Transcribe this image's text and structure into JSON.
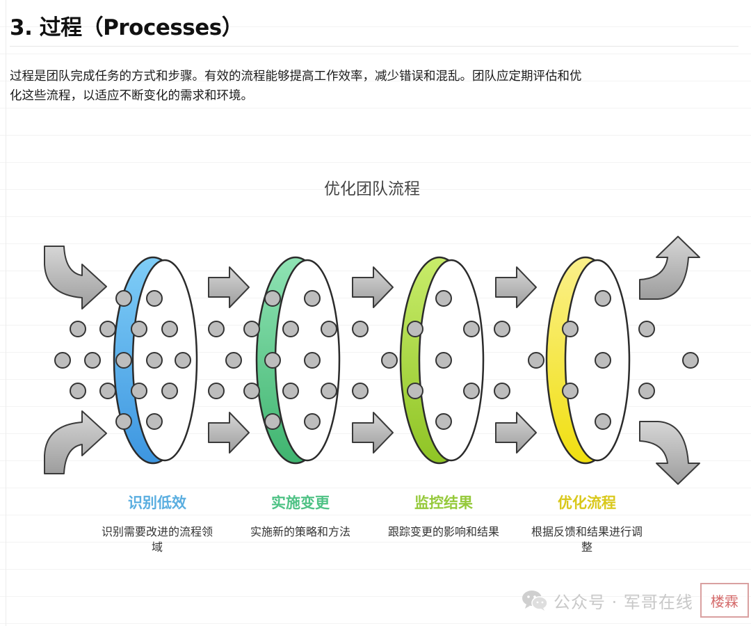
{
  "section": {
    "heading": "3. 过程（Processes）",
    "intro": "过程是团队完成任务的方式和步骤。有效的流程能够提高工作效率，减少错误和混乱。团队应定期评估和优化这些流程，以适应不断变化的需求和环境。"
  },
  "diagram": {
    "title": "优化团队流程",
    "steps": [
      {
        "label": "识别低效",
        "description": "识别需要改进的流程领域",
        "color": "#5aaee0"
      },
      {
        "label": "实施变更",
        "description": "实施新的策略和方法",
        "color": "#4fc285"
      },
      {
        "label": "监控结果",
        "description": "跟踪变更的影响和结果",
        "color": "#95c93a"
      },
      {
        "label": "优化流程",
        "description": "根据反馈和结果进行调整",
        "color": "#d9c81a"
      }
    ]
  },
  "watermark": {
    "icon": "wechat-icon",
    "text": "公众号 · 军哥在线",
    "badge": "楼霖"
  }
}
